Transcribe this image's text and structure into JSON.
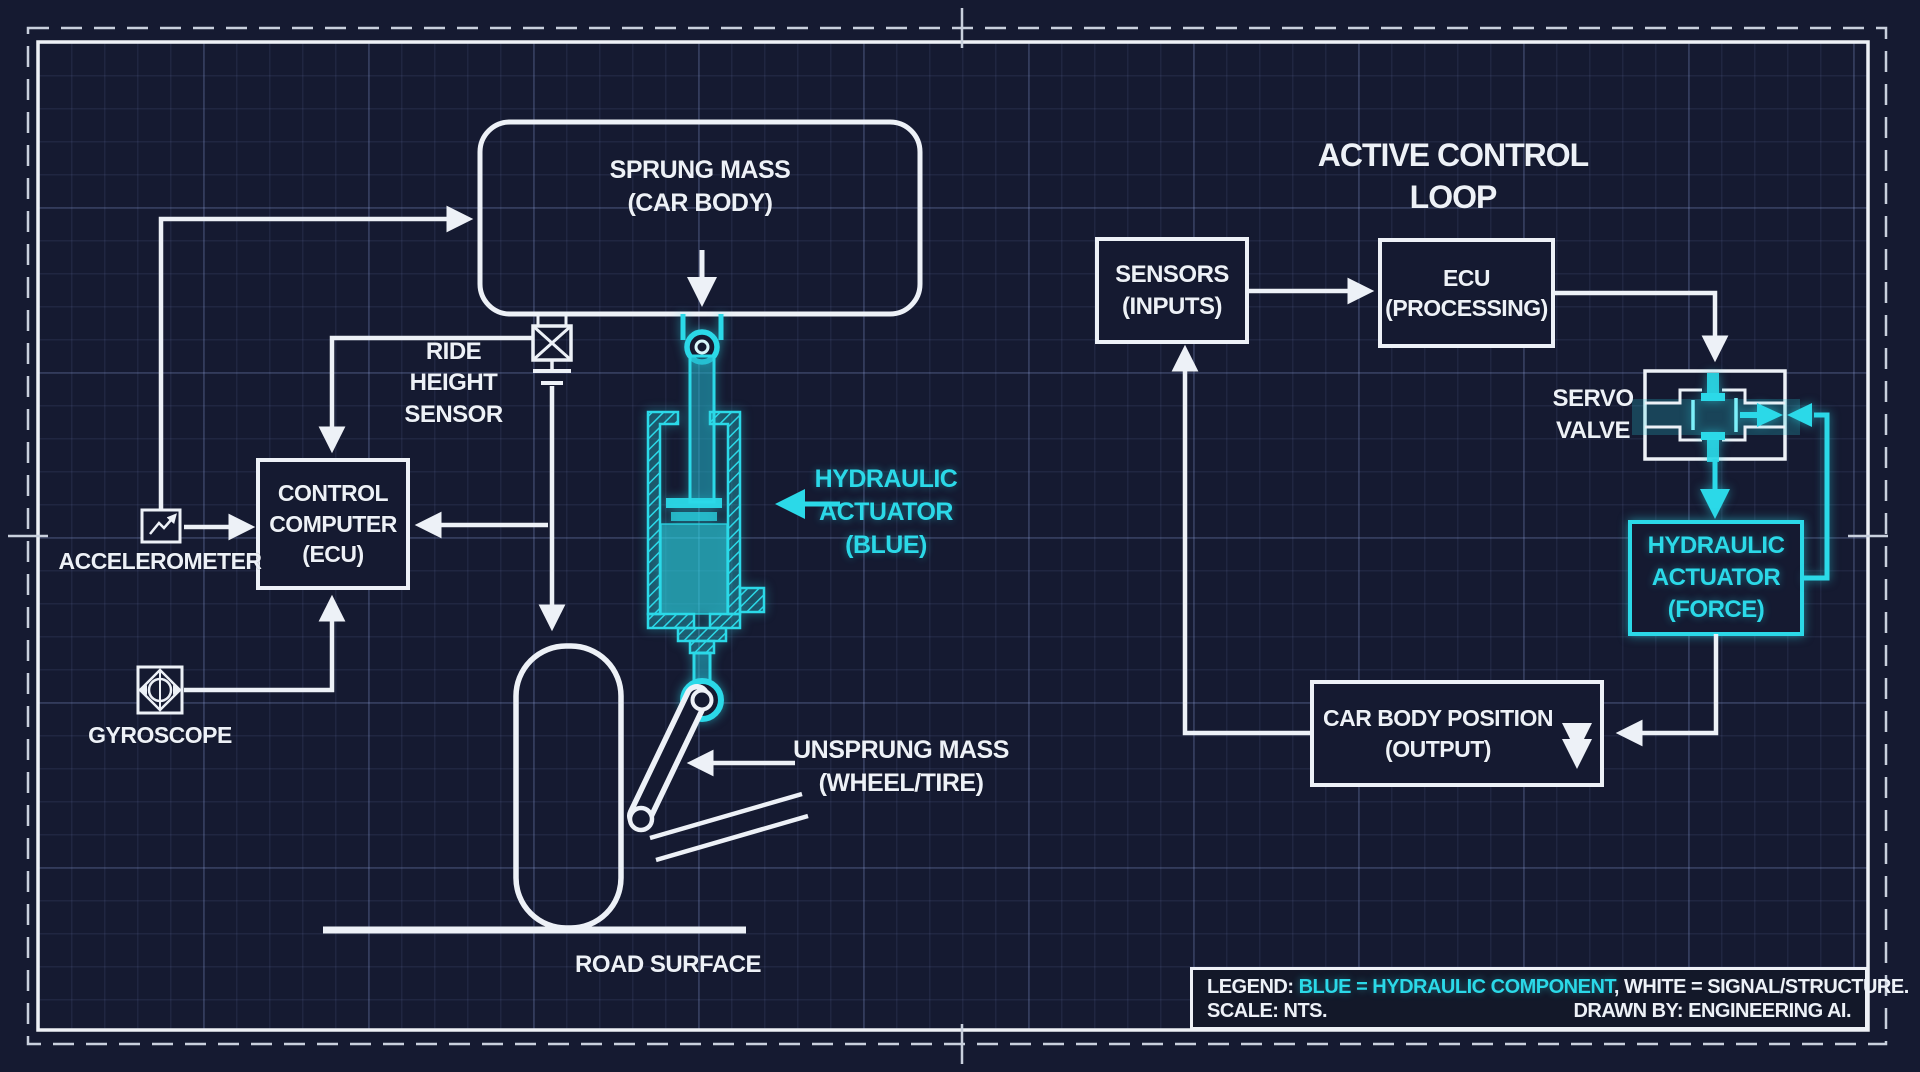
{
  "colors": {
    "background": "#151a31",
    "ink_white": "#edf1f7",
    "accent_cyan": "#2bd9e8",
    "grid_line": "#3a4468"
  },
  "left_diagram": {
    "sprung_mass_label": "SPRUNG MASS\n(CAR BODY)",
    "ride_height_sensor_label": "RIDE HEIGHT\nSENSOR",
    "control_computer_label": "CONTROL\nCOMPUTER\n(ECU)",
    "accelerometer_label": "ACCELEROMETER",
    "gyroscope_label": "GYROSCOPE",
    "hydraulic_actuator_label": "HYDRAULIC\nACTUATOR\n(BLUE)",
    "unsprung_mass_label": "UNSPRUNG MASS\n(WHEEL/TIRE)",
    "road_surface_label": "ROAD SURFACE"
  },
  "control_loop": {
    "title": "ACTIVE CONTROL LOOP",
    "sensors_label": "SENSORS\n(INPUTS)",
    "ecu_label": "ECU\n(PROCESSING)",
    "servo_valve_label": "SERVO\nVALVE",
    "hydraulic_actuator_label": "HYDRAULIC\nACTUATOR\n(FORCE)",
    "car_body_position_label": "CAR BODY POSITION\n(OUTPUT)"
  },
  "legend": {
    "prefix": "LEGEND: ",
    "blue_text": "BLUE = HYDRAULIC COMPONENT",
    "white_text": ", WHITE = SIGNAL/STRUCTURE.",
    "scale": "SCALE: NTS.",
    "drawn_by": "DRAWN BY: ENGINEERING AI."
  }
}
